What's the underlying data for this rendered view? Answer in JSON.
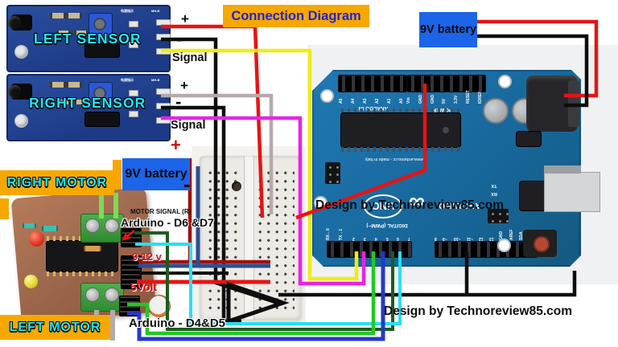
{
  "title": "Connection Diagram",
  "credit_on_board": "Design by Technoreview85.com",
  "credit_bottom": "Design by Technoreview85.com",
  "sensors": {
    "left": {
      "label": "LEFT SENSOR",
      "plus": "+",
      "minus": "-",
      "signal": "Signal",
      "silk1": "电源指示",
      "silk2": "MH-B"
    },
    "right": {
      "label": "RIGHT SENSOR",
      "plus": "+",
      "minus": "-",
      "signal": "Signal",
      "silk1": "电源指示",
      "silk2": "MH-B"
    }
  },
  "batteries": {
    "top": "9V battery",
    "middle": "9V battery",
    "middle_plus": "+",
    "middle_minus": "-"
  },
  "motors": {
    "right_label": "RIGHT MOTOR",
    "left_label": "LEFT MOTOR"
  },
  "annotations": {
    "motor_signal_r": "MOTOR SIGNAL (R)",
    "arduino_d6d7": "Arduino - D6 &D7",
    "v_9_12": "9-12 v",
    "v_5": "5Volt",
    "arduino_d4d5": "Arduino - D4&D5"
  },
  "arduino": {
    "brand": "ARDUINO",
    "model": "UNO",
    "logo_infinity": "∞",
    "made_in": "www.arduino.cc - made in Italy",
    "analog_label": "ANALOG IN",
    "power_label": "POWER",
    "digital_label": "DIGITAL (PWM~)",
    "tx": "TX",
    "rx": "RX",
    "analog_pins": [
      "A5",
      "A4",
      "A3",
      "A2",
      "A1",
      "A0"
    ],
    "power_pins": [
      "Vin",
      "GND",
      "GND",
      "5V",
      "3.3V",
      "RESET",
      "IOREF"
    ],
    "digital_pins_left": [
      "RX←0",
      "TX→1",
      "2",
      "3",
      "4",
      "5",
      "6",
      "7"
    ],
    "digital_pins_right": [
      "8",
      "~9",
      "~10",
      "~11",
      "12",
      "13",
      "GND",
      "AREF",
      "SDA",
      "SCL"
    ]
  },
  "wire_colors": {
    "red": "#e81313",
    "dark_red": "#9e1210",
    "black": "#0d0d0d",
    "yellow": "#f0ec13",
    "grey": "#b4a9ad",
    "magenta": "#e922e9",
    "navy": "#2c4f8e",
    "green": "#23c723",
    "blue": "#2538cc",
    "dark_green": "#1d5c1f",
    "cyan": "#28dff2",
    "light_green": "#7ed957",
    "silver": "#b0abb0"
  },
  "ui_colors": {
    "label_bg": "#f7a800",
    "battery_bg": "#1c64e8",
    "title_text": "#2222cc",
    "sensor_text": "#20e8f5"
  }
}
